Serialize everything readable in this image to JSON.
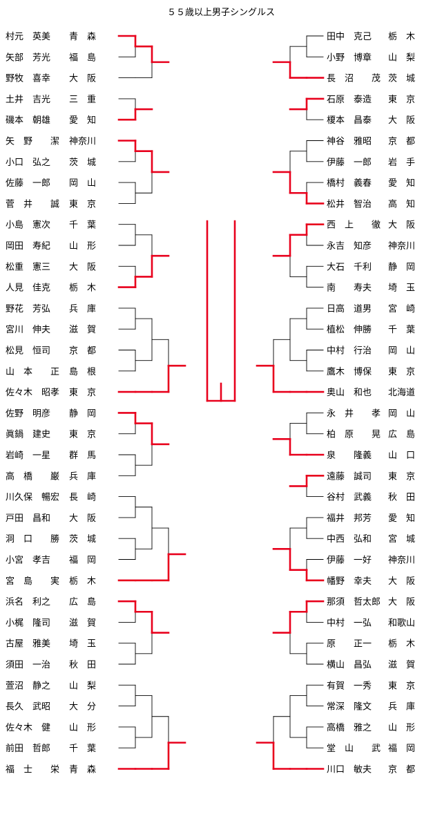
{
  "title": "５５歳以上男子シングルス",
  "left_players": [
    {
      "name": "村元　英美",
      "pref": "青　森"
    },
    {
      "name": "矢部　芳光",
      "pref": "福　島"
    },
    {
      "name": "野牧　喜幸",
      "pref": "大　阪"
    },
    {
      "name": "土井　吉光",
      "pref": "三　重"
    },
    {
      "name": "磯本　朝雄",
      "pref": "愛　知"
    },
    {
      "name": "矢　野　　潔",
      "pref": "神奈川"
    },
    {
      "name": "小口　弘之",
      "pref": "茨　城"
    },
    {
      "name": "佐藤　一郎",
      "pref": "岡　山"
    },
    {
      "name": "菅　井　　誠",
      "pref": "東　京"
    },
    {
      "name": "小島　憲次",
      "pref": "千　葉"
    },
    {
      "name": "岡田　寿紀",
      "pref": "山　形"
    },
    {
      "name": "松重　憲三",
      "pref": "大　阪"
    },
    {
      "name": "人見　佳克",
      "pref": "栃　木"
    },
    {
      "name": "野花　芳弘",
      "pref": "兵　庫"
    },
    {
      "name": "宮川　伸夫",
      "pref": "滋　賀"
    },
    {
      "name": "松見　恒司",
      "pref": "京　都"
    },
    {
      "name": "山　本　　正",
      "pref": "島　根"
    },
    {
      "name": "佐々木　昭孝",
      "pref": "東　京"
    },
    {
      "name": "佐野　明彦",
      "pref": "静　岡"
    },
    {
      "name": "眞鍋　建史",
      "pref": "東　京"
    },
    {
      "name": "岩崎　一星",
      "pref": "群　馬"
    },
    {
      "name": "高　橋　　巌",
      "pref": "兵　庫"
    },
    {
      "name": "川久保　暢宏",
      "pref": "長　崎"
    },
    {
      "name": "戸田　昌和",
      "pref": "大　阪"
    },
    {
      "name": "洞　口　　勝",
      "pref": "茨　城"
    },
    {
      "name": "小宮　孝吉",
      "pref": "福　岡"
    },
    {
      "name": "宮　島　　実",
      "pref": "栃　木"
    },
    {
      "name": "浜名　利之",
      "pref": "広　島"
    },
    {
      "name": "小梶　隆司",
      "pref": "滋　賀"
    },
    {
      "name": "古屋　雅美",
      "pref": "埼　玉"
    },
    {
      "name": "須田　一治",
      "pref": "秋　田"
    },
    {
      "name": "萱沼　静之",
      "pref": "山　梨"
    },
    {
      "name": "長久　武昭",
      "pref": "大　分"
    },
    {
      "name": "佐々木　健",
      "pref": "山　形"
    },
    {
      "name": "前田　哲郎",
      "pref": "千　葉"
    },
    {
      "name": "福　士　　栄",
      "pref": "青　森"
    }
  ],
  "right_players": [
    {
      "name": "田中　克己",
      "pref": "栃　木"
    },
    {
      "name": "小野　博章",
      "pref": "山　梨"
    },
    {
      "name": "長　沼　　茂",
      "pref": "茨　城"
    },
    {
      "name": "石原　泰造",
      "pref": "東　京"
    },
    {
      "name": "榎本　昌泰",
      "pref": "大　阪"
    },
    {
      "name": "神谷　雅昭",
      "pref": "京　都"
    },
    {
      "name": "伊藤　一郎",
      "pref": "岩　手"
    },
    {
      "name": "橋村　義春",
      "pref": "愛　知"
    },
    {
      "name": "松井　智治",
      "pref": "高　知"
    },
    {
      "name": "西　上　　徹",
      "pref": "大　阪"
    },
    {
      "name": "永吉　知彦",
      "pref": "神奈川"
    },
    {
      "name": "大石　千利",
      "pref": "静　岡"
    },
    {
      "name": "南　　寿夫",
      "pref": "埼　玉"
    },
    {
      "name": "日高　道男",
      "pref": "宮　崎"
    },
    {
      "name": "植松　伸勝",
      "pref": "千　葉"
    },
    {
      "name": "中村　行治",
      "pref": "岡　山"
    },
    {
      "name": "鷹木　博保",
      "pref": "東　京"
    },
    {
      "name": "奥山　和也",
      "pref": "北海道"
    },
    {
      "name": "永　井　　孝",
      "pref": "岡　山"
    },
    {
      "name": "柏　原　　晃",
      "pref": "広　島"
    },
    {
      "name": "泉　　隆義",
      "pref": "山　口"
    },
    {
      "name": "遠藤　誠司",
      "pref": "東　京"
    },
    {
      "name": "谷村　武義",
      "pref": "秋　田"
    },
    {
      "name": "福井　邦芳",
      "pref": "愛　知"
    },
    {
      "name": "中西　弘和",
      "pref": "宮　城"
    },
    {
      "name": "伊藤　一好",
      "pref": "神奈川"
    },
    {
      "name": "幡野　幸夫",
      "pref": "大　阪"
    },
    {
      "name": "那須　哲太郎",
      "pref": "大　阪"
    },
    {
      "name": "中村　一弘",
      "pref": "和歌山"
    },
    {
      "name": "原　　正一",
      "pref": "栃　木"
    },
    {
      "name": "横山　昌弘",
      "pref": "滋　賀"
    },
    {
      "name": "有賀　一秀",
      "pref": "東　京"
    },
    {
      "name": "常深　隆文",
      "pref": "兵　庫"
    },
    {
      "name": "高橋　雅之",
      "pref": "山　形"
    },
    {
      "name": "堂　山　　武",
      "pref": "福　岡"
    },
    {
      "name": "川口　敏夫",
      "pref": "京　都"
    }
  ],
  "colors": {
    "winner_line": "#e8001c",
    "loser_line": "#000000",
    "text": "#000000"
  }
}
